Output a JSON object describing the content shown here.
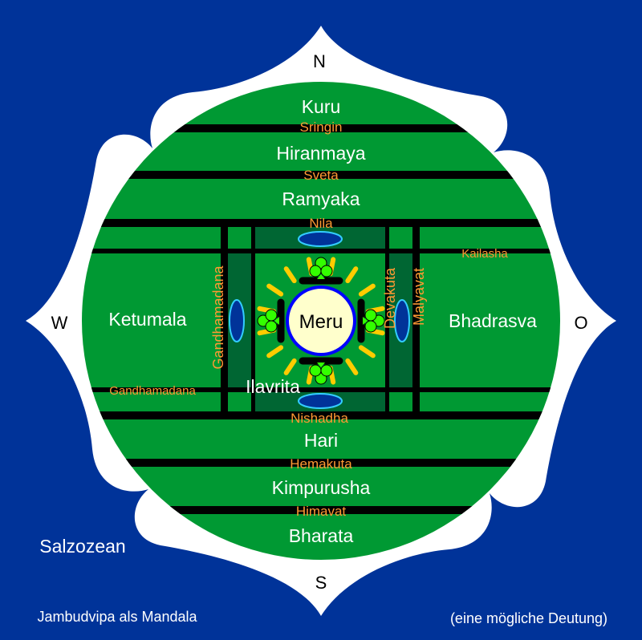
{
  "directions": {
    "north": "N",
    "south": "S",
    "west": "W",
    "east": "O"
  },
  "regions": {
    "kuru": "Kuru",
    "hiranmaya": "Hiranmaya",
    "ramyaka": "Ramyaka",
    "ketumala": "Ketumala",
    "bhadrasva": "Bhadrasva",
    "ilavrita": "Ilavrita",
    "hari": "Hari",
    "kimpurusha": "Kimpurusha",
    "bharata": "Bharata"
  },
  "mountains": {
    "sringin": "Sringin",
    "sveta": "Sveta",
    "nila": "Nila",
    "kailasha": "Kailasha",
    "gandhamadana_v": "Gandhamadana",
    "gandhamadana_h": "Gandhamadana",
    "devakuta": "Devakuta",
    "malyavat": "Malyavat",
    "nishadha": "Nishadha",
    "hemakuta": "Hemakuta",
    "himavat": "Himavat"
  },
  "center": "Meru",
  "ocean": "Salzozean",
  "caption": "Jambudvipa als Mandala",
  "note": "(eine mögliche Deutung)",
  "colors": {
    "ocean": "#003399",
    "land": "#009933",
    "dark_land": "#006633",
    "mountain_label": "#ff9933",
    "meru": "#ffffcc"
  }
}
